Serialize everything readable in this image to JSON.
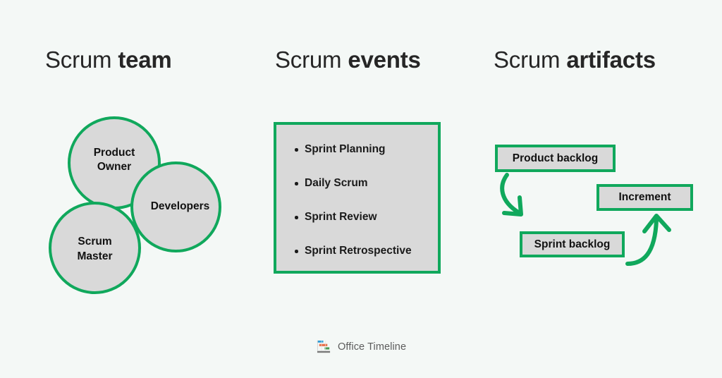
{
  "page": {
    "background_color": "#f4f8f6",
    "accent_color": "#10a85c",
    "fill_color": "#d9d9d9",
    "text_color": "#111111"
  },
  "columns": {
    "team": {
      "heading_light": "Scrum ",
      "heading_bold": "team",
      "roles": [
        {
          "name": "product-owner",
          "label": "Product\nOwner",
          "line1": "Product",
          "line2": "Owner"
        },
        {
          "name": "developers",
          "label": "Developers",
          "line1": "Developers",
          "line2": ""
        },
        {
          "name": "scrum-master",
          "label": "Scrum\nMaster",
          "line1": "Scrum",
          "line2": "Master"
        }
      ]
    },
    "events": {
      "heading_light": "Scrum ",
      "heading_bold": "events",
      "items": [
        "Sprint Planning",
        "Daily Scrum",
        "Sprint Review",
        "Sprint Retrospective"
      ]
    },
    "artifacts": {
      "heading_light": "Scrum ",
      "heading_bold": "artifacts",
      "boxes": [
        {
          "name": "product-backlog",
          "label": "Product backlog"
        },
        {
          "name": "increment",
          "label": "Increment"
        },
        {
          "name": "sprint-backlog",
          "label": "Sprint backlog"
        }
      ],
      "arrows": [
        {
          "name": "arrow-product-to-sprint",
          "from": "Product backlog",
          "to": "Sprint backlog",
          "direction": "down-right"
        },
        {
          "name": "arrow-sprint-to-increment",
          "from": "Sprint backlog",
          "to": "Increment",
          "direction": "up"
        }
      ]
    }
  },
  "footer": {
    "logo_icon": "office-timeline-gantt-icon",
    "brand": "Office Timeline",
    "logo_colors": {
      "blue": "#2e9bd6",
      "orange": "#e8704a",
      "green": "#4a9a52",
      "gray": "#7a7a7a"
    }
  }
}
